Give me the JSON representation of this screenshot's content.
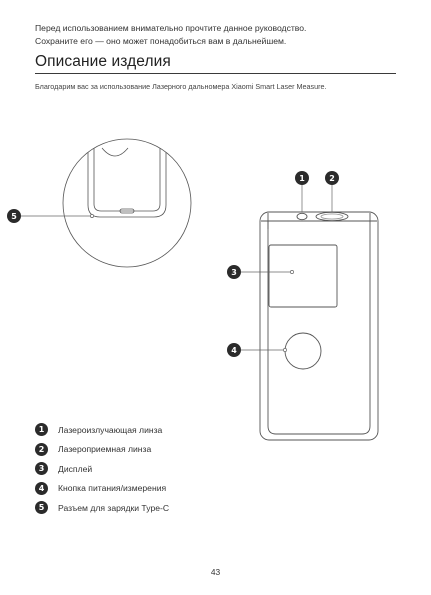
{
  "intro": {
    "line1": "Перед использованием внимательно прочтите данное руководство.",
    "line2": "Сохраните его — оно может понадобиться вам в дальнейшем."
  },
  "section_title": "Описание изделия",
  "thanks": "Благодарим вас за использование Лазерного дальномера Xiaomi Smart Laser Measure.",
  "callouts": [
    "1",
    "2",
    "3",
    "4",
    "5"
  ],
  "legend": [
    {
      "num": "1",
      "label": "Лазероизлучающая линза"
    },
    {
      "num": "2",
      "label": "Лазероприемная линза"
    },
    {
      "num": "3",
      "label": "Дисплей"
    },
    {
      "num": "4",
      "label": "Кнопка питания/измерения"
    },
    {
      "num": "5",
      "label": "Разъем для зарядки Type-C"
    }
  ],
  "page_number": "43"
}
